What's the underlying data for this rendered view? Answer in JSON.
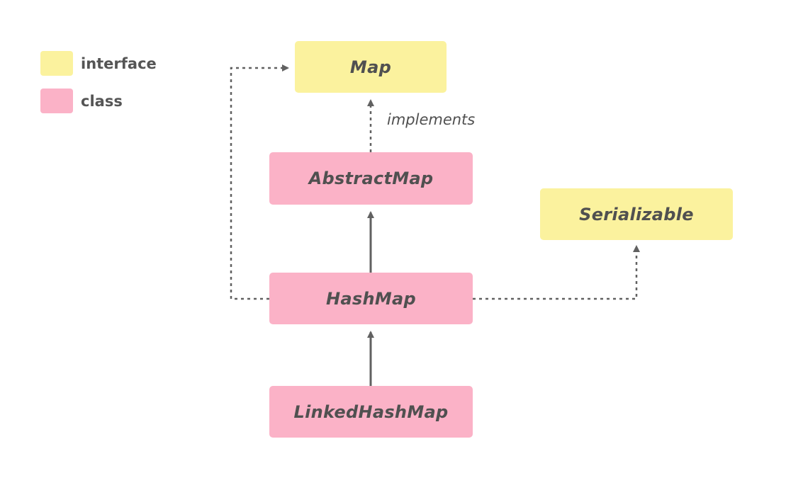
{
  "colors": {
    "interface": "#fbf29e",
    "class": "#fbb2c7",
    "arrow": "#616161",
    "text": "#505050"
  },
  "legend": {
    "interface_label": "interface",
    "class_label": "class"
  },
  "nodes": {
    "map": {
      "label": "Map",
      "kind": "interface"
    },
    "abstract_map": {
      "label": "AbstractMap",
      "kind": "class"
    },
    "serializable": {
      "label": "Serializable",
      "kind": "interface"
    },
    "hash_map": {
      "label": "HashMap",
      "kind": "class"
    },
    "linked_hash_map": {
      "label": "LinkedHashMap",
      "kind": "class"
    }
  },
  "edges": [
    {
      "from": "abstract_map",
      "to": "map",
      "style": "dashed",
      "relation": "implements"
    },
    {
      "from": "hash_map",
      "to": "abstract_map",
      "style": "solid",
      "relation": "extends"
    },
    {
      "from": "hash_map",
      "to": "map",
      "style": "dashed",
      "relation": "implements"
    },
    {
      "from": "hash_map",
      "to": "serializable",
      "style": "dashed",
      "relation": "implements"
    },
    {
      "from": "linked_hash_map",
      "to": "hash_map",
      "style": "solid",
      "relation": "extends"
    }
  ],
  "edge_labels": {
    "implements": "implements"
  }
}
